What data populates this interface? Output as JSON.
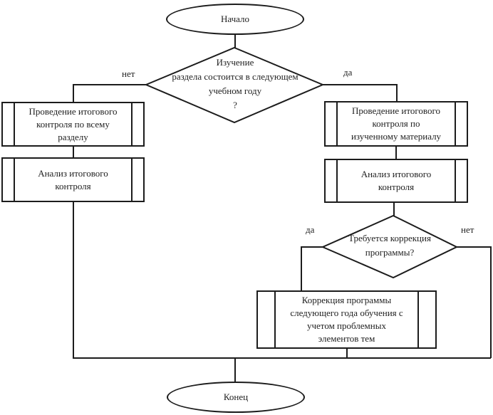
{
  "flowchart": {
    "nodes": {
      "start": {
        "label": "Начало"
      },
      "decision1": {
        "label": "Изучение\nраздела состоится в следующем\nучебном году\n?"
      },
      "left_process1": {
        "label": "Проведение итогового\nконтроля по всему\nразделу"
      },
      "left_process2": {
        "label": "Анализ итогового\nконтроля"
      },
      "right_process1": {
        "label": "Проведение итогового\nконтроля по\nизученному материалу"
      },
      "right_process2": {
        "label": "Анализ итогового\nконтроля"
      },
      "decision2": {
        "label": "Требуется коррекция\nпрограммы?"
      },
      "correction_process": {
        "label": "Коррекция программы\nследующего года обучения с\nучетом проблемных\nэлементов тем"
      },
      "end": {
        "label": "Конец"
      }
    },
    "edge_labels": {
      "decision1_no": "нет",
      "decision1_yes": "да",
      "decision2_yes": "да",
      "decision2_no": "нет"
    },
    "colors": {
      "line": "#1c1c1c",
      "text": "#1f1f1f",
      "background": "#ffffff"
    }
  }
}
